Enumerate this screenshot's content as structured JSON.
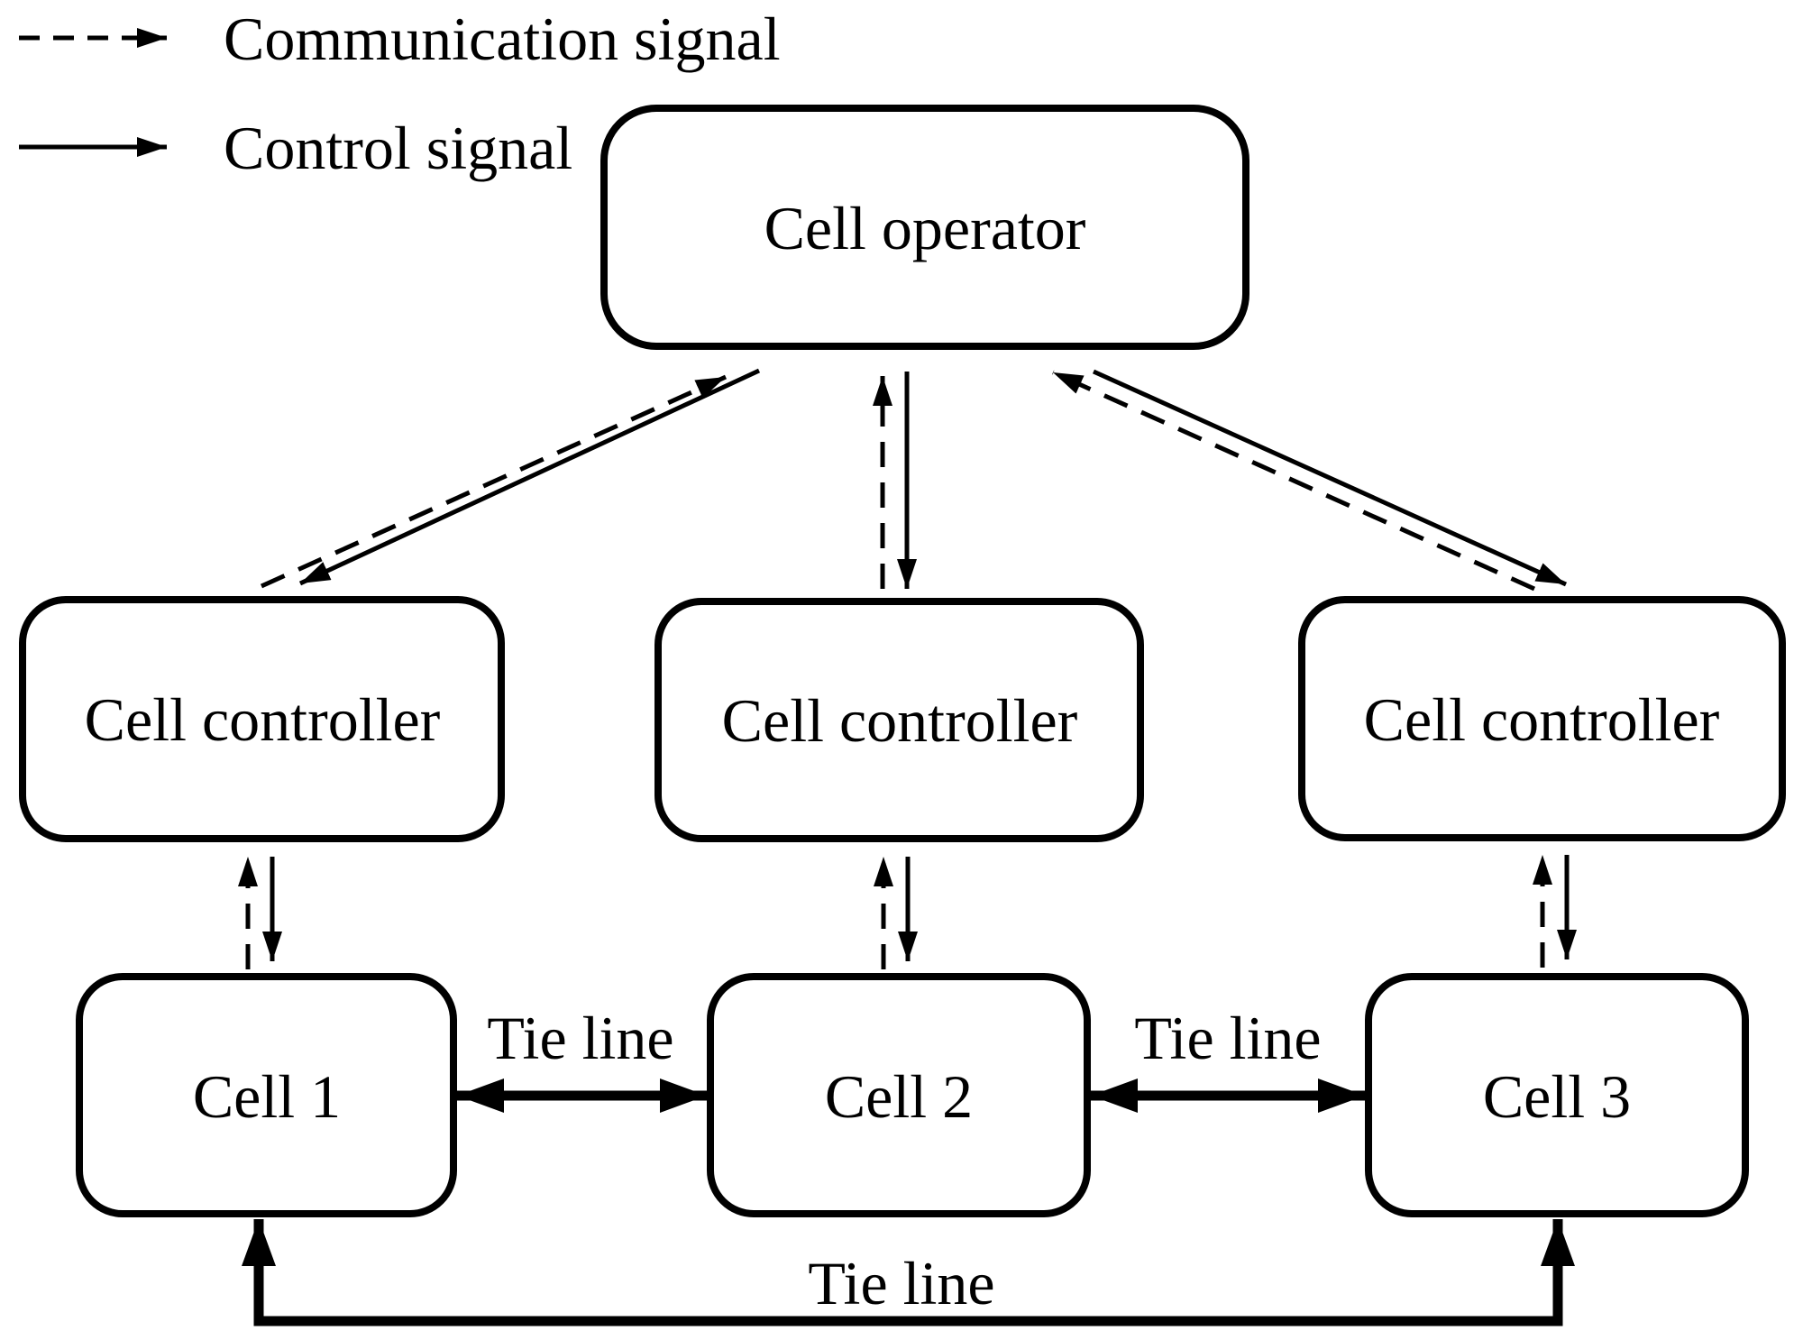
{
  "legend": {
    "items": [
      {
        "label": "Communication signal",
        "style": "dashed-arrow"
      },
      {
        "label": "Control signal",
        "style": "solid-arrow"
      }
    ]
  },
  "nodes": {
    "operator": {
      "label": "Cell operator"
    },
    "controllers": [
      {
        "label": "Cell controller"
      },
      {
        "label": "Cell controller"
      },
      {
        "label": "Cell controller"
      }
    ],
    "cells": [
      {
        "label": "Cell 1"
      },
      {
        "label": "Cell 2"
      },
      {
        "label": "Cell 3"
      }
    ]
  },
  "tie_lines": [
    {
      "label": "Tie line",
      "between": "Cell 1 and Cell 2"
    },
    {
      "label": "Tie line",
      "between": "Cell 2 and Cell 3"
    },
    {
      "label": "Tie line",
      "between": "Cell 1 and Cell 3"
    }
  ],
  "connections": [
    {
      "type": "communication",
      "from": "Cell controller 1",
      "to": "Cell operator",
      "style": "dashed"
    },
    {
      "type": "control",
      "from": "Cell operator",
      "to": "Cell controller 1",
      "style": "solid"
    },
    {
      "type": "communication",
      "from": "Cell controller 2",
      "to": "Cell operator",
      "style": "dashed"
    },
    {
      "type": "control",
      "from": "Cell operator",
      "to": "Cell controller 2",
      "style": "solid"
    },
    {
      "type": "communication",
      "from": "Cell controller 3",
      "to": "Cell operator",
      "style": "dashed"
    },
    {
      "type": "control",
      "from": "Cell operator",
      "to": "Cell controller 3",
      "style": "solid"
    },
    {
      "type": "communication",
      "from": "Cell 1",
      "to": "Cell controller 1",
      "style": "dashed"
    },
    {
      "type": "control",
      "from": "Cell controller 1",
      "to": "Cell 1",
      "style": "solid"
    },
    {
      "type": "communication",
      "from": "Cell 2",
      "to": "Cell controller 2",
      "style": "dashed"
    },
    {
      "type": "control",
      "from": "Cell controller 2",
      "to": "Cell 2",
      "style": "solid"
    },
    {
      "type": "communication",
      "from": "Cell 3",
      "to": "Cell controller 3",
      "style": "dashed"
    },
    {
      "type": "control",
      "from": "Cell controller 3",
      "to": "Cell 3",
      "style": "solid"
    }
  ],
  "colors": {
    "ink": "#000000",
    "background": "#ffffff"
  }
}
